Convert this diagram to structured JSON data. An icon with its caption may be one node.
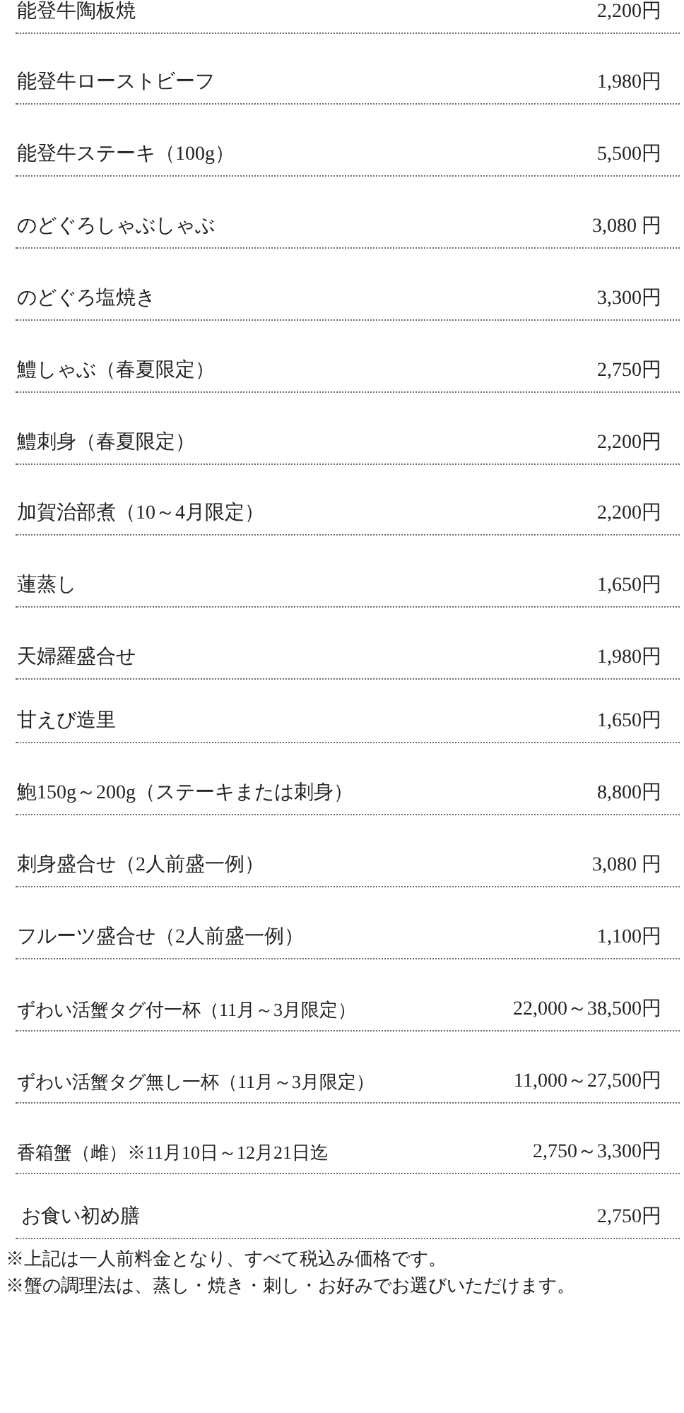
{
  "diagram": {
    "labels": [
      "能登牛陶板焼",
      "2,200円",
      "能登牛ローストビーフ",
      "1,980円",
      "能登牛ステーキ（100g）",
      "5,500円",
      "のどぐろしゃぶしゃぶ",
      "3,080 円",
      "のどぐろ塩焼き",
      "3,300円",
      "鱧しゃぶ（春夏限定）",
      "2,750円",
      "鱧刺身（春夏限定）",
      "2,200円",
      "加賀治部煮（10～4月限定）",
      "2,200円",
      "蓮蒸し",
      "1,650円",
      "天婦羅盛合せ",
      "1,980円",
      "甘えび造里",
      "1,650円",
      "鮑150g～200g（ステーキまたは刺身）",
      "8,800円",
      "刺身盛合せ（2人前盛一例）",
      "3,080 円",
      "フルーツ盛合せ（2人前盛一例）",
      "1,100円",
      "ずわい活蟹タグ付一杯（11月～3月限定）",
      "22,000～38,500円",
      "ずわい活蟹タグ無し一杯（11月～3月限定）",
      "11,000～27,500円",
      "香箱蟹（雌）※11月10日～12月21日迄",
      "2,750～3,300円",
      "お食い初め膳",
      "2,750円",
      "※上記は一人前料金となり、すべて税込み価格です。",
      "※蟹の調理法は、蒸し・焼き・刺し・お好みでお選びいただけます。"
    ]
  }
}
